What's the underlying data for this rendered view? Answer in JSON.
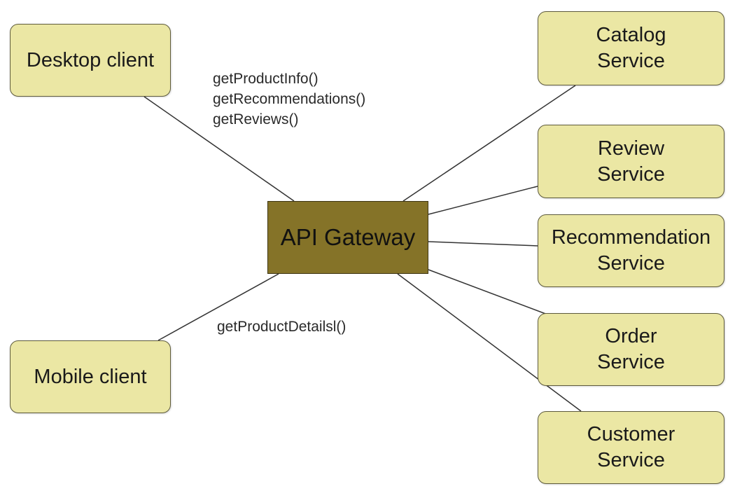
{
  "nodes": {
    "desktop_client": "Desktop client",
    "mobile_client": "Mobile client",
    "api_gateway": "API Gateway",
    "catalog_service": "Catalog\nService",
    "review_service": "Review\nService",
    "recommendation_service": "Recommendation\nService",
    "order_service": "Order\nService",
    "customer_service": "Customer\nService"
  },
  "edge_labels": {
    "desktop_calls": "getProductInfo()\ngetRecommendations()\ngetReviews()",
    "mobile_calls": "getProductDetailsl()"
  },
  "colors": {
    "service_fill": "#ebe7a4",
    "gateway_fill": "#857328",
    "line": "#333333"
  }
}
